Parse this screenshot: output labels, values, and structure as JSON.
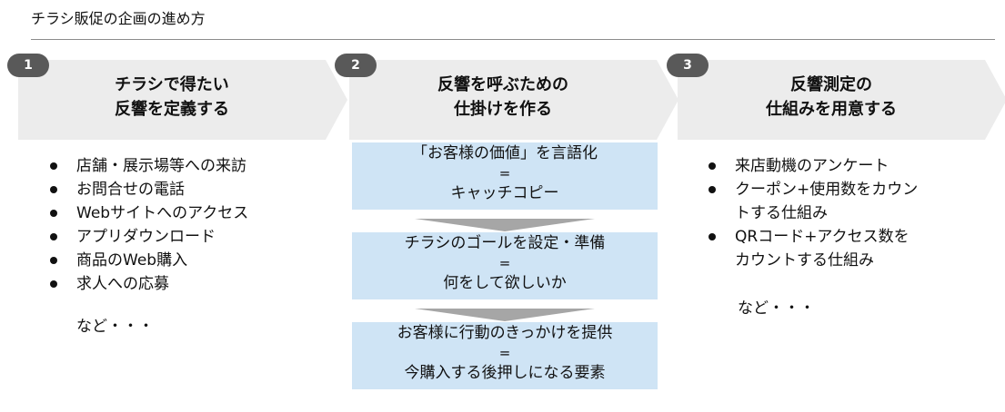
{
  "title": "チラシ販促の企画の進め方",
  "steps": [
    {
      "badge": "1",
      "line1": "チラシで得たい",
      "line2": "反響を定義する"
    },
    {
      "badge": "2",
      "line1": "反響を呼ぶための",
      "line2": "仕掛けを作る"
    },
    {
      "badge": "3",
      "line1": "反響測定の",
      "line2": "仕組みを用意する"
    }
  ],
  "col1": {
    "items": [
      "店舗・展示場等への来訪",
      "お問合せの電話",
      "Webサイトへのアクセス",
      "アプリダウンロード",
      "商品のWeb購入",
      "求人への応募"
    ],
    "footer": "など・・・"
  },
  "col2": {
    "boxes": [
      {
        "top": "「お客様の価値」を言語化",
        "eq": "=",
        "bottom": "キャッチコピー"
      },
      {
        "top": "チラシのゴールを設定・準備",
        "eq": "=",
        "bottom": "何をして欲しいか"
      },
      {
        "top": "お客様に行動のきっかけを提供",
        "eq": "=",
        "bottom": "今購入する後押しになる要素"
      }
    ]
  },
  "col3": {
    "items": [
      {
        "l1": "来店動機のアンケート",
        "l2": ""
      },
      {
        "l1": "クーポン+使用数をカウン",
        "l2": "トする仕組み"
      },
      {
        "l1": "QRコード+アクセス数を",
        "l2": "カウントする仕組み"
      }
    ],
    "footer": "など・・・"
  },
  "colors": {
    "arrow": "#ececec",
    "badge": "#595959",
    "box": "#cfe4f5",
    "connector": "#a6a6a6"
  }
}
